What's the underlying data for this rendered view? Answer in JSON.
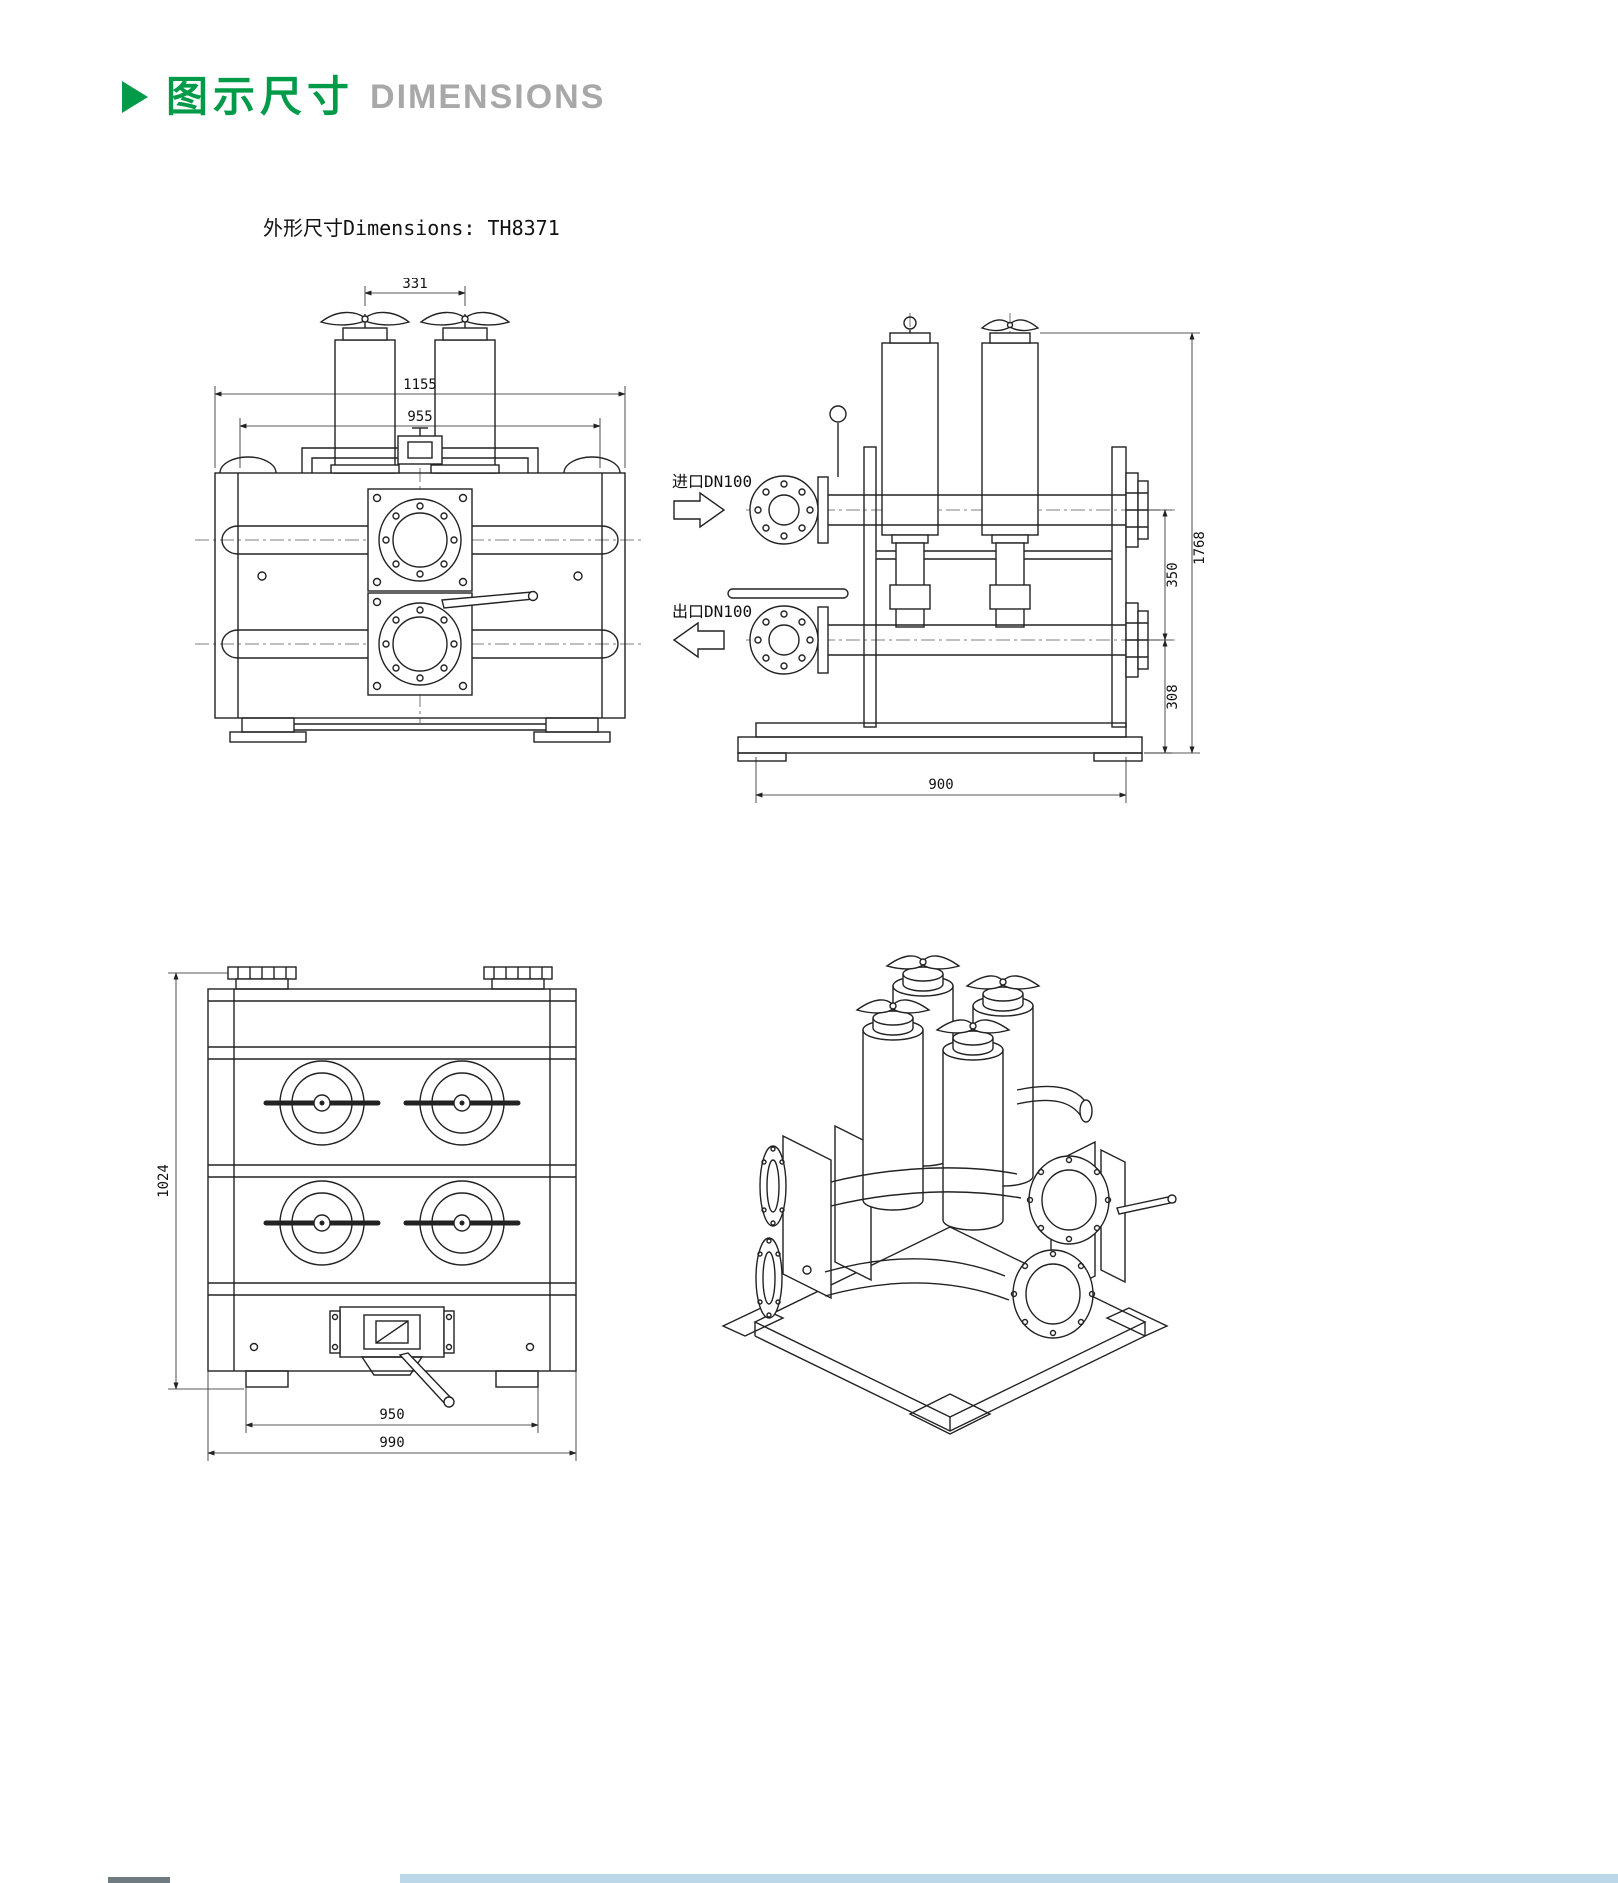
{
  "header": {
    "title_cn": "图示尺寸",
    "title_en": "DIMENSIONS"
  },
  "drawing": {
    "subtitle": "外形尺寸Dimensions: TH8371",
    "model": "TH8371"
  },
  "front_view": {
    "dim_vessel_pitch": "331",
    "dim_width_overall": "1155",
    "dim_width_inner": "955"
  },
  "side_view": {
    "inlet_label": "进口DN100",
    "outlet_label": "出口DN100",
    "dim_height_overall": "1768",
    "dim_port_pitch": "350",
    "dim_outlet_height": "308",
    "dim_base_depth": "900"
  },
  "bottom_view": {
    "dim_height": "1024",
    "dim_feet_pitch": "950",
    "dim_width_overall": "990"
  },
  "icons": {
    "section_marker": "right-triangle"
  },
  "colors": {
    "accent_green": "#009b48",
    "title_gray": "#a8a8a8",
    "line": "#222222",
    "footer_blue": "#bcd8e8"
  }
}
